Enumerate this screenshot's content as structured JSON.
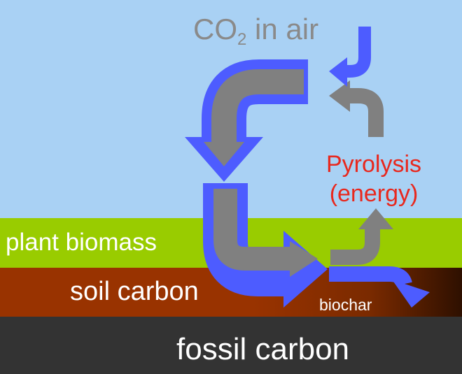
{
  "layers": {
    "plant": "plant biomass",
    "soil": "soil carbon",
    "fossil": "fossil carbon"
  },
  "labels": {
    "co2_prefix": "CO",
    "co2_sub": "2",
    "co2_suffix": " in air",
    "pyrolysis_line1": "Pyrolysis",
    "pyrolysis_line2": "(energy)",
    "biochar": "biochar"
  },
  "colors": {
    "sky": "#a9d1f4",
    "plant": "#99cc00",
    "soil": "#993300",
    "fossil": "#333333",
    "arrow_blue": "#4d5cff",
    "arrow_gray": "#808080",
    "pyrolysis_text": "#e8281e"
  }
}
